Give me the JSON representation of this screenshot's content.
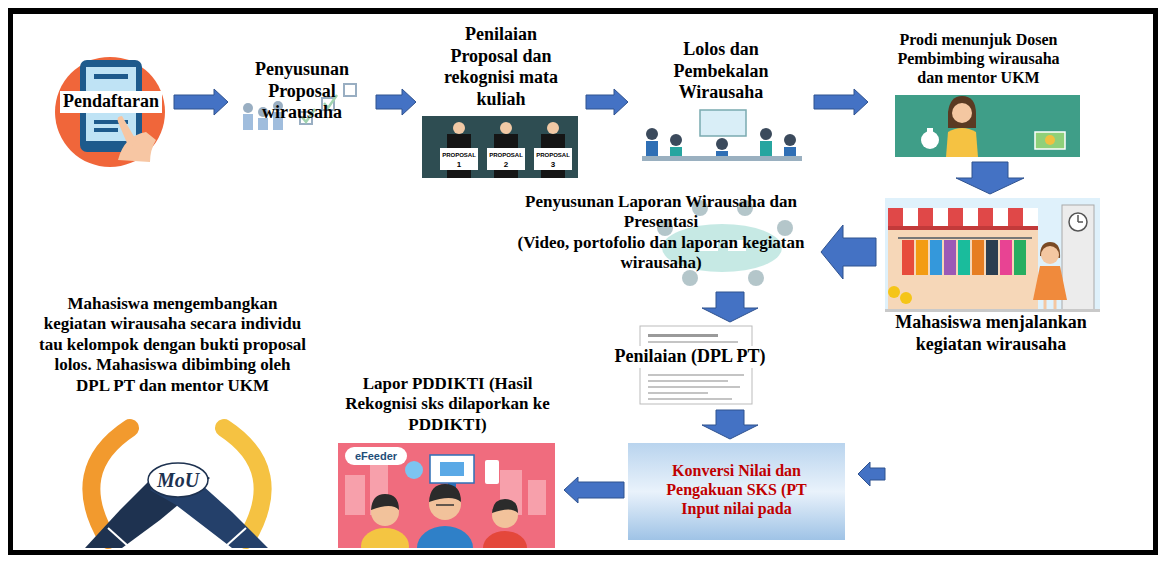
{
  "diagram": {
    "nodes": [
      {
        "text": [
          "Pendaftaran"
        ]
      },
      {
        "text": [
          "Penyusunan Proposal wirausaha"
        ]
      },
      {
        "text": [
          "Penilaian Proposal dan rekognisi mata kuliah"
        ]
      },
      {
        "text": [
          "Lolos dan Pembekalan Wirausaha"
        ]
      },
      {
        "text": [
          "Prodi menunjuk Dosen Pembimbing wirausaha dan mentor UKM"
        ]
      },
      {
        "text": [
          "Mahasiswa menjalankan kegiatan wirausaha"
        ]
      },
      {
        "text": [
          "Penyusunan Laporan Wirausaha dan Presentasi",
          "(Video, portofolio dan laporan kegiatan wirausaha)"
        ]
      },
      {
        "text": [
          "Penilaian (DPL PT)"
        ]
      },
      {
        "text": [
          "Konversi Nilai dan Pengakuan SKS (PT Input nilai pada"
        ]
      },
      {
        "text": [
          "Lapor PDDIKTI (Hasil Rekognisi sks dilaporkan ke PDDIKTI)"
        ]
      },
      {
        "text": [
          "Mahasiswa mengembangkan kegiatan wirausaha secara individu tau kelompok dengan bukti proposal lolos. Mahasiswa dibimbing oleh DPL PT dan mentor UKM"
        ]
      }
    ],
    "edges": [
      {
        "from": 0,
        "to": 1,
        "arrow": "to"
      },
      {
        "from": 1,
        "to": 2,
        "arrow": "to"
      },
      {
        "from": 2,
        "to": 3,
        "arrow": "to"
      },
      {
        "from": 3,
        "to": 4,
        "arrow": "to"
      },
      {
        "from": 4,
        "to": 5,
        "arrow": "to"
      },
      {
        "from": 5,
        "to": 6,
        "arrow": "to"
      },
      {
        "from": 6,
        "to": 7,
        "arrow": "to"
      },
      {
        "from": 7,
        "to": 8,
        "arrow": "to"
      },
      {
        "from": 8,
        "to": 9,
        "arrow": "to"
      }
    ],
    "labels": [
      "PROPOSAL",
      "1",
      "PROPOSAL",
      "2",
      "PROPOSAL",
      "3",
      "eFeeder",
      "MoU"
    ]
  }
}
